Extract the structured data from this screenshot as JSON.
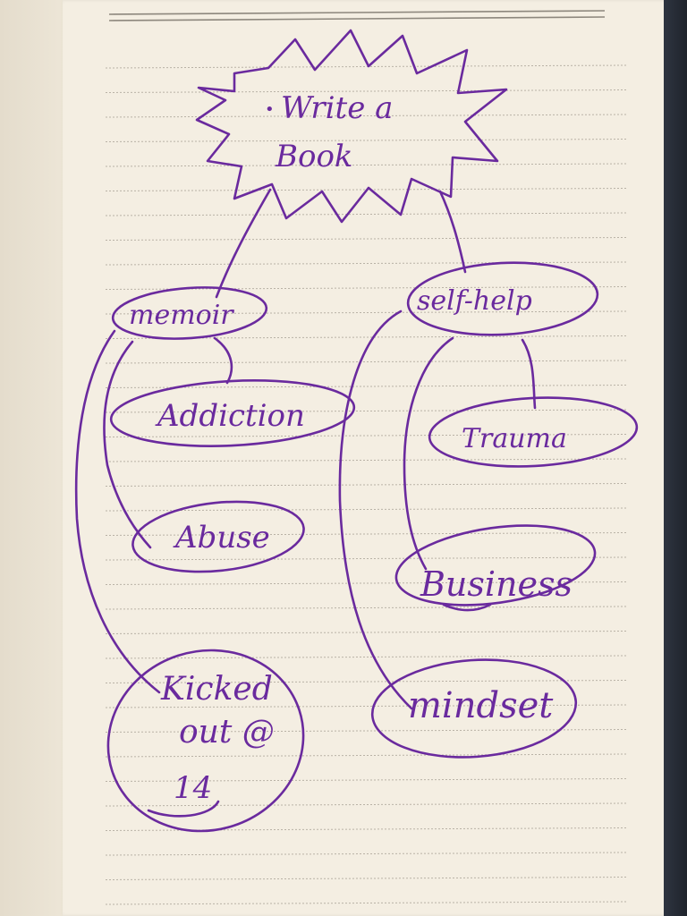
{
  "diagram": {
    "central_prefix": "•",
    "central_line1": "Write a",
    "central_line2": "Book",
    "branches": {
      "memoir": "memoir",
      "selfhelp": "self-help"
    },
    "memoir_items": {
      "addiction": "Addiction",
      "abuse": "Abuse",
      "kicked_line1": "Kicked",
      "kicked_line2": "out @",
      "kicked_line3": "14"
    },
    "selfhelp_items": {
      "trauma": "Trauma",
      "business": "Business",
      "mindset": "mindset"
    }
  },
  "colors": {
    "ink": "#6a2a9e",
    "paper": "#f4eee2",
    "rule_line": "#b9b2a6"
  }
}
